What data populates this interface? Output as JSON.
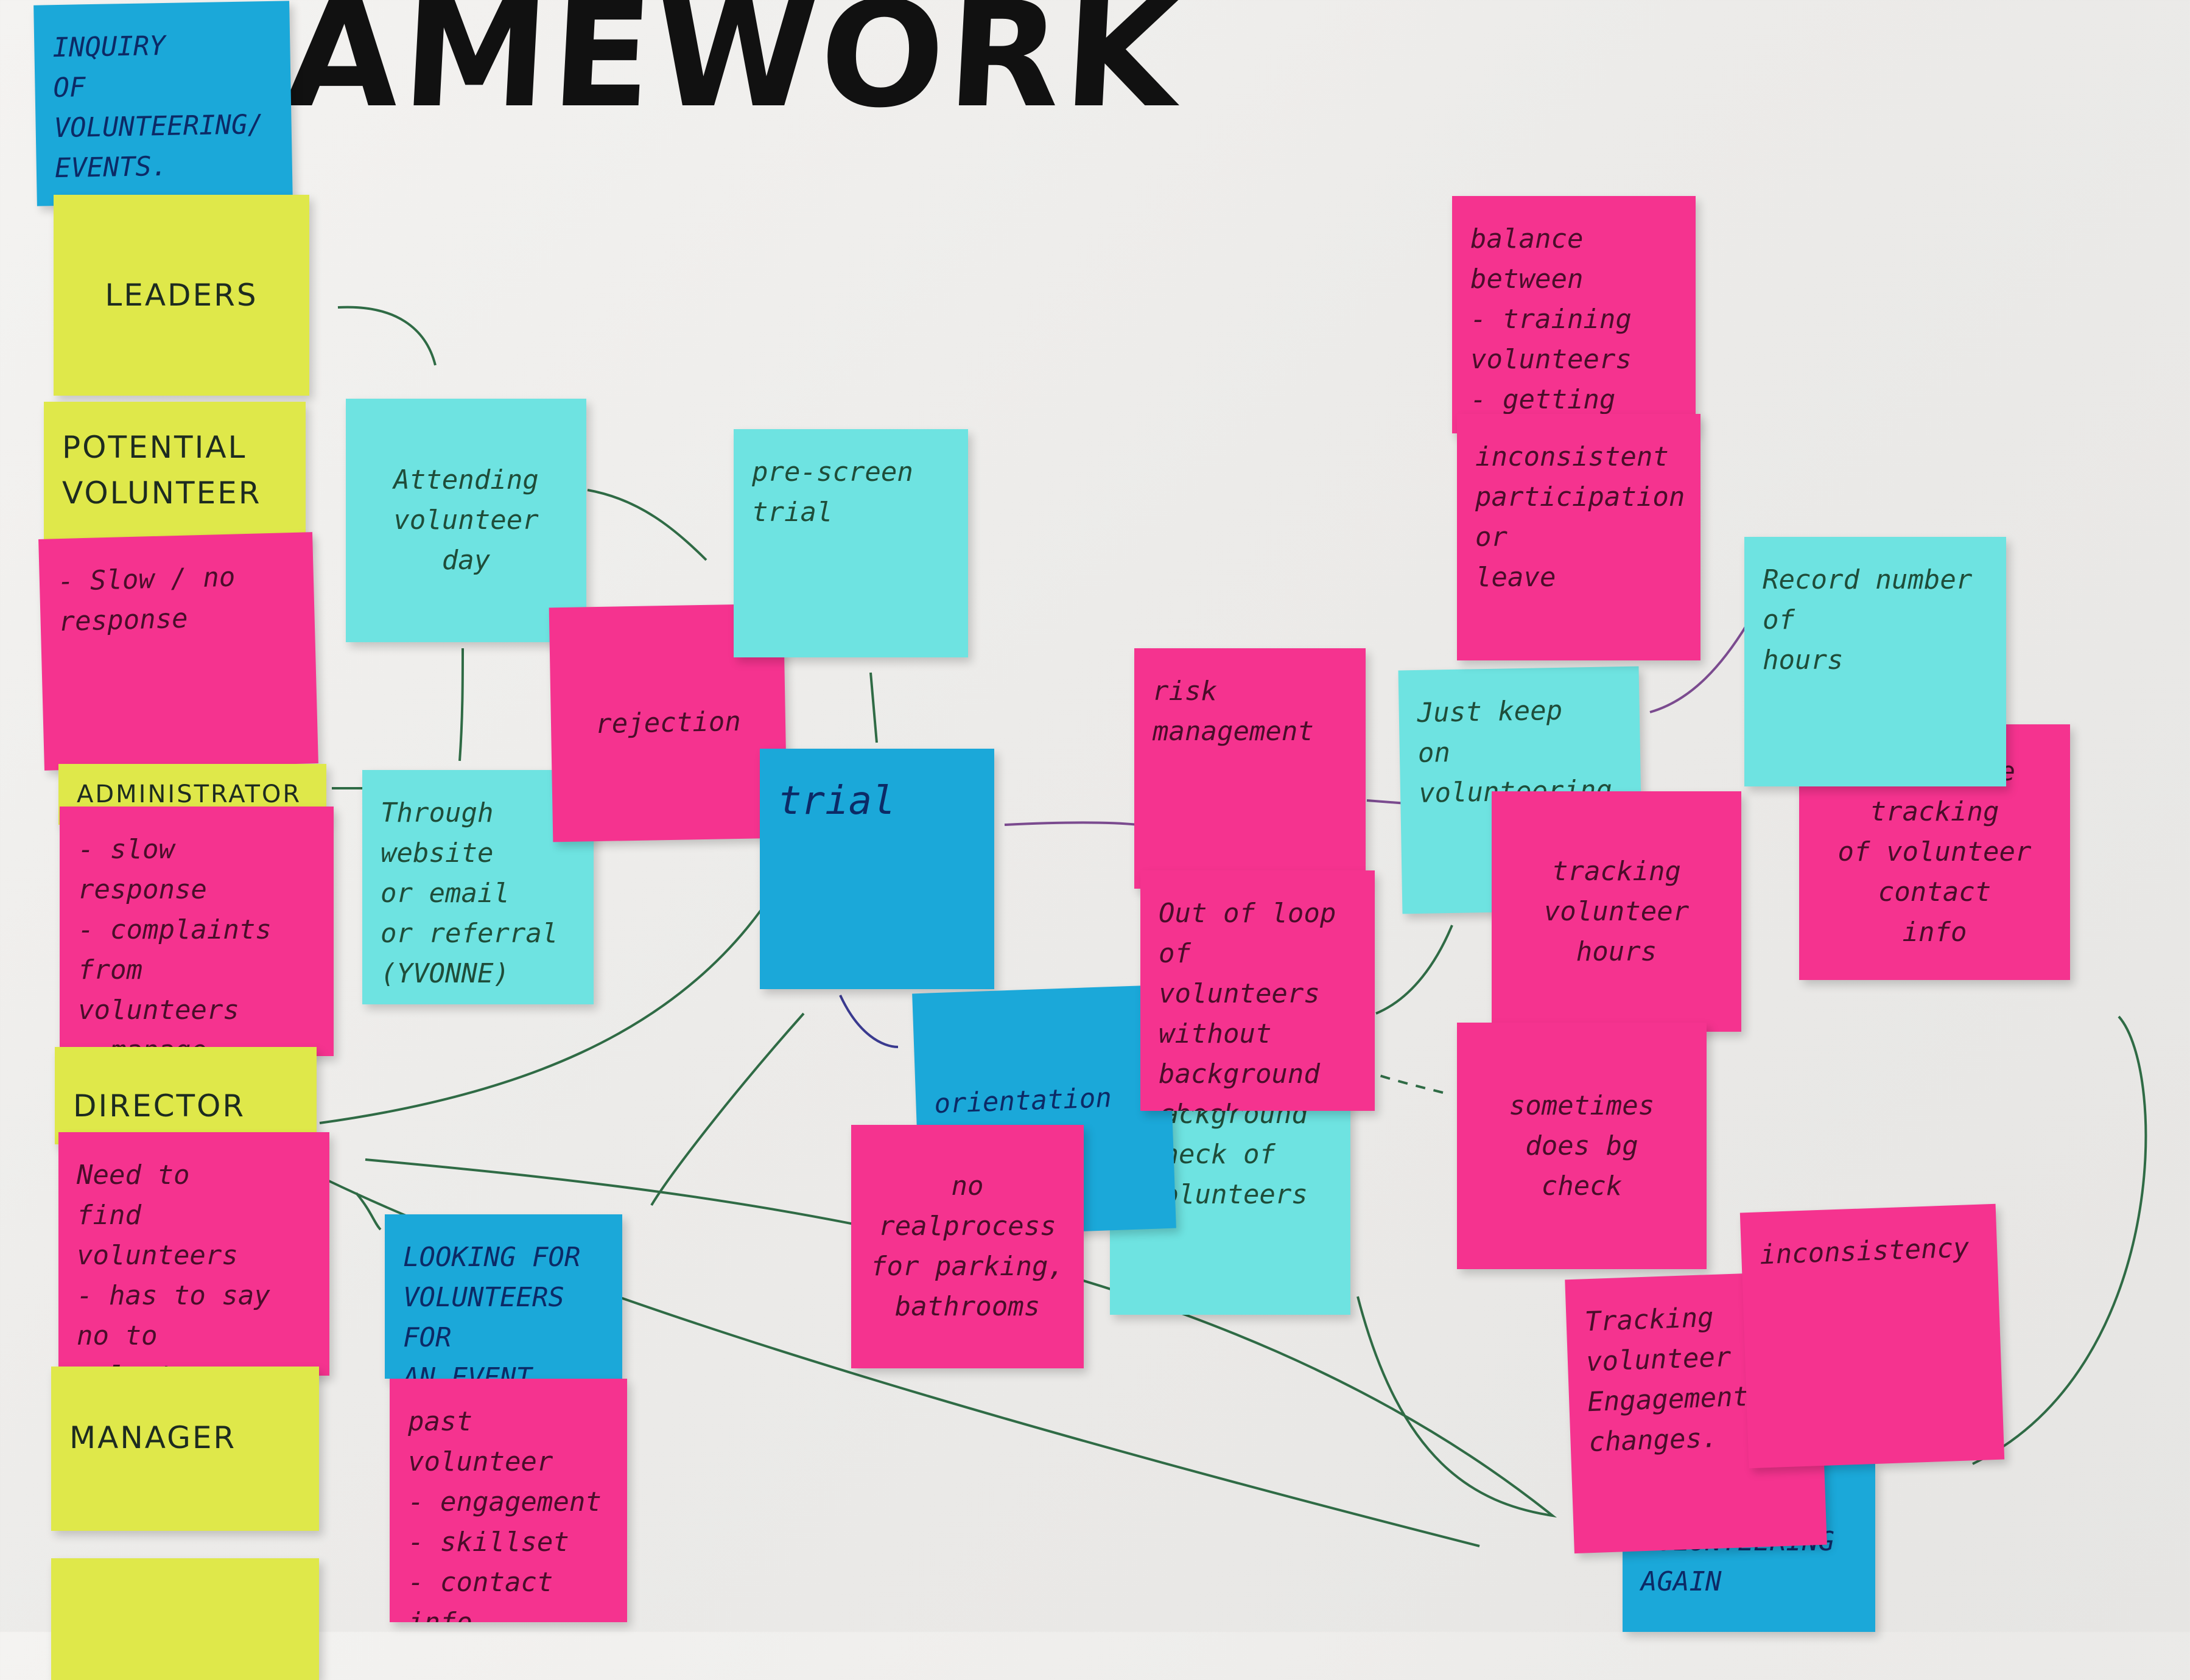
{
  "title": "AMEWORK",
  "notes": {
    "inquiry": "INQUIRY\nOF\nVOLUNTEERING/\nEVENTS.",
    "leaders": "LEADERS",
    "potential_volunteer": "POTENTIAL\nVOLUNTEER",
    "slow_no_response": "- Slow / no\n  response",
    "administrator": "ADMINISTRATOR",
    "admin_issues": "- slow response\n- complaints\n  from\n  volunteers\n- manage\n  expectations",
    "director": "DIRECTOR",
    "director_issues": "Need to\nfind volunteers\n- has to say\nno to\nvolunteers",
    "operations_manager": "MANAGER",
    "attending_volunteer_day": "Attending\nvolunteer\nday",
    "through_website": "Through website\nor email\nor referral\n(YVONNE)",
    "rejection": "rejection",
    "pre_screen": "pre-screen\ntrial",
    "trial": "trial",
    "looking_for_volunteers": "LOOKING FOR\nVOLUNTEERS FOR\nAN EVENT.",
    "past_volunteer": "past\nvolunteer\n- engagement\n- skillset\n- contact info",
    "orientation": "orientation",
    "no_real_process": "no realprocess\nfor parking,\nbathrooms",
    "background_check": "background\ncheck of\nvolunteers",
    "risk_management": "risk\nmanagement",
    "out_of_loop": "Out of loop\nof volunteers\nwithout\nbackground\ncheck",
    "just_keep": "Just keep\non volunteering",
    "balance": "balance between\n- training volunteers\n- getting work\n  done",
    "inconsistent": "inconsistent\nparticipation\nor\nleave",
    "tracking_hours": "tracking\nvolunteer\nhours",
    "sometimes_bg": "sometimes\ndoes bg\ncheck",
    "record_hours": "Record number\nof\nhours",
    "inadequate": "inadequate\ntracking\nof volunteer\ncontact\ninfo",
    "tracking_engagement": "Tracking\nvolunteer\nEngagement/\nchanges.",
    "inconsistency": "inconsistency",
    "again": "VOLUNTEERING\nAGAIN"
  },
  "colors": {
    "yellow": "#dfe84a",
    "pink": "#f5338f",
    "cyan": "#6ee3e1",
    "blue": "#1ba8d9",
    "marker": "#2f6b45"
  }
}
